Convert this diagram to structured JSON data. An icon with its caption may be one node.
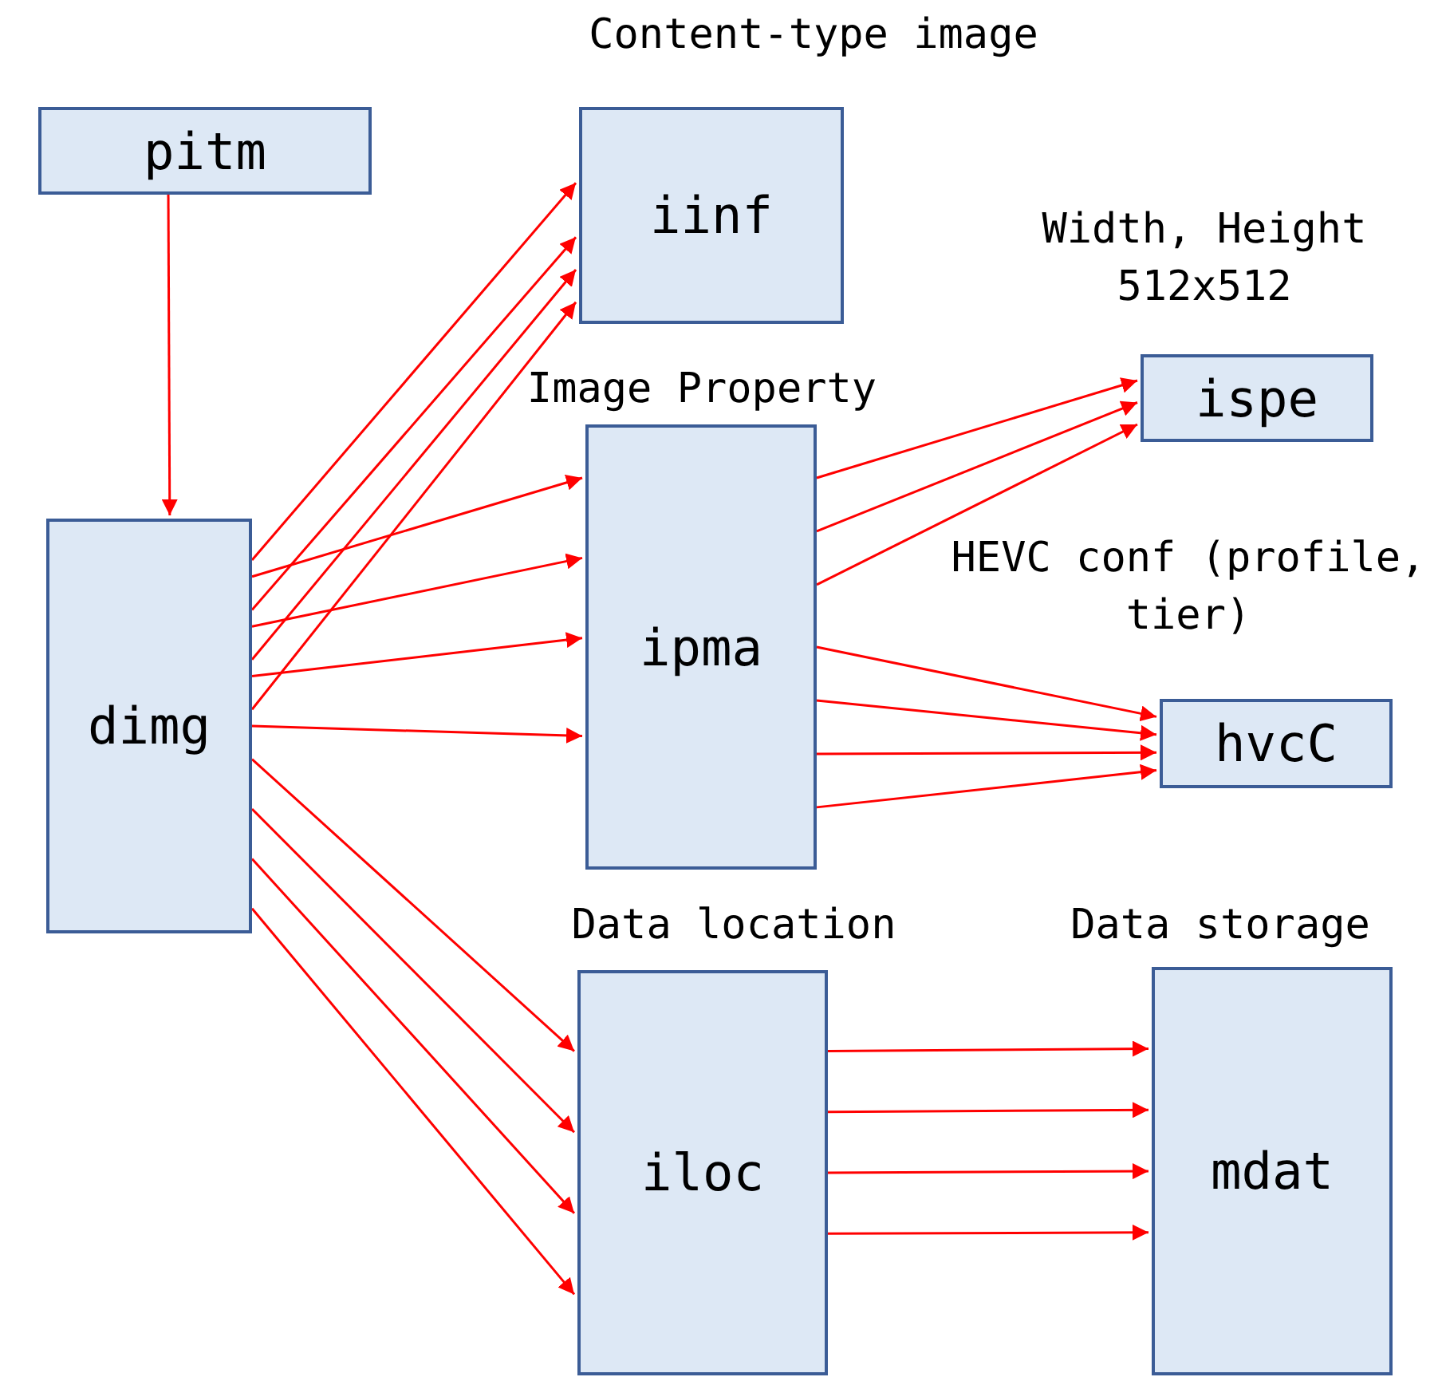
{
  "diagram": {
    "nodes": [
      {
        "text": [
          "pitm"
        ]
      },
      {
        "text": [
          "iinf"
        ],
        "beside": [
          "Content-type image"
        ]
      },
      {
        "text": [
          "ispe"
        ],
        "beside": [
          "Width, Height",
          "512x512"
        ]
      },
      {
        "text": [
          "ipma"
        ],
        "beside": [
          "Image Property"
        ]
      },
      {
        "text": [
          "dimg"
        ]
      },
      {
        "text": [
          "hvcC"
        ],
        "beside": [
          "HEVC conf (profile, tier)"
        ]
      },
      {
        "text": [
          "iloc"
        ],
        "beside": [
          "Data location"
        ]
      },
      {
        "text": [
          "mdat"
        ],
        "beside": [
          "Data storage"
        ]
      }
    ],
    "edges": [
      {
        "from": 0,
        "to": 4,
        "arrow": "to"
      },
      {
        "from": 4,
        "to": 1,
        "arrow": "to"
      },
      {
        "from": 4,
        "to": 1,
        "arrow": "to"
      },
      {
        "from": 4,
        "to": 1,
        "arrow": "to"
      },
      {
        "from": 4,
        "to": 1,
        "arrow": "to"
      },
      {
        "from": 4,
        "to": 3,
        "arrow": "to"
      },
      {
        "from": 4,
        "to": 3,
        "arrow": "to"
      },
      {
        "from": 4,
        "to": 3,
        "arrow": "to"
      },
      {
        "from": 4,
        "to": 3,
        "arrow": "to"
      },
      {
        "from": 4,
        "to": 6,
        "arrow": "to"
      },
      {
        "from": 4,
        "to": 6,
        "arrow": "to"
      },
      {
        "from": 4,
        "to": 6,
        "arrow": "to"
      },
      {
        "from": 4,
        "to": 6,
        "arrow": "to"
      },
      {
        "from": 3,
        "to": 2,
        "arrow": "to"
      },
      {
        "from": 3,
        "to": 2,
        "arrow": "to"
      },
      {
        "from": 3,
        "to": 2,
        "arrow": "to"
      },
      {
        "from": 3,
        "to": 5,
        "arrow": "to"
      },
      {
        "from": 3,
        "to": 5,
        "arrow": "to"
      },
      {
        "from": 3,
        "to": 5,
        "arrow": "to"
      },
      {
        "from": 3,
        "to": 5,
        "arrow": "to"
      },
      {
        "from": 6,
        "to": 7,
        "arrow": "to"
      },
      {
        "from": 6,
        "to": 7,
        "arrow": "to"
      },
      {
        "from": 6,
        "to": 7,
        "arrow": "to"
      },
      {
        "from": 6,
        "to": 7,
        "arrow": "to"
      }
    ]
  }
}
